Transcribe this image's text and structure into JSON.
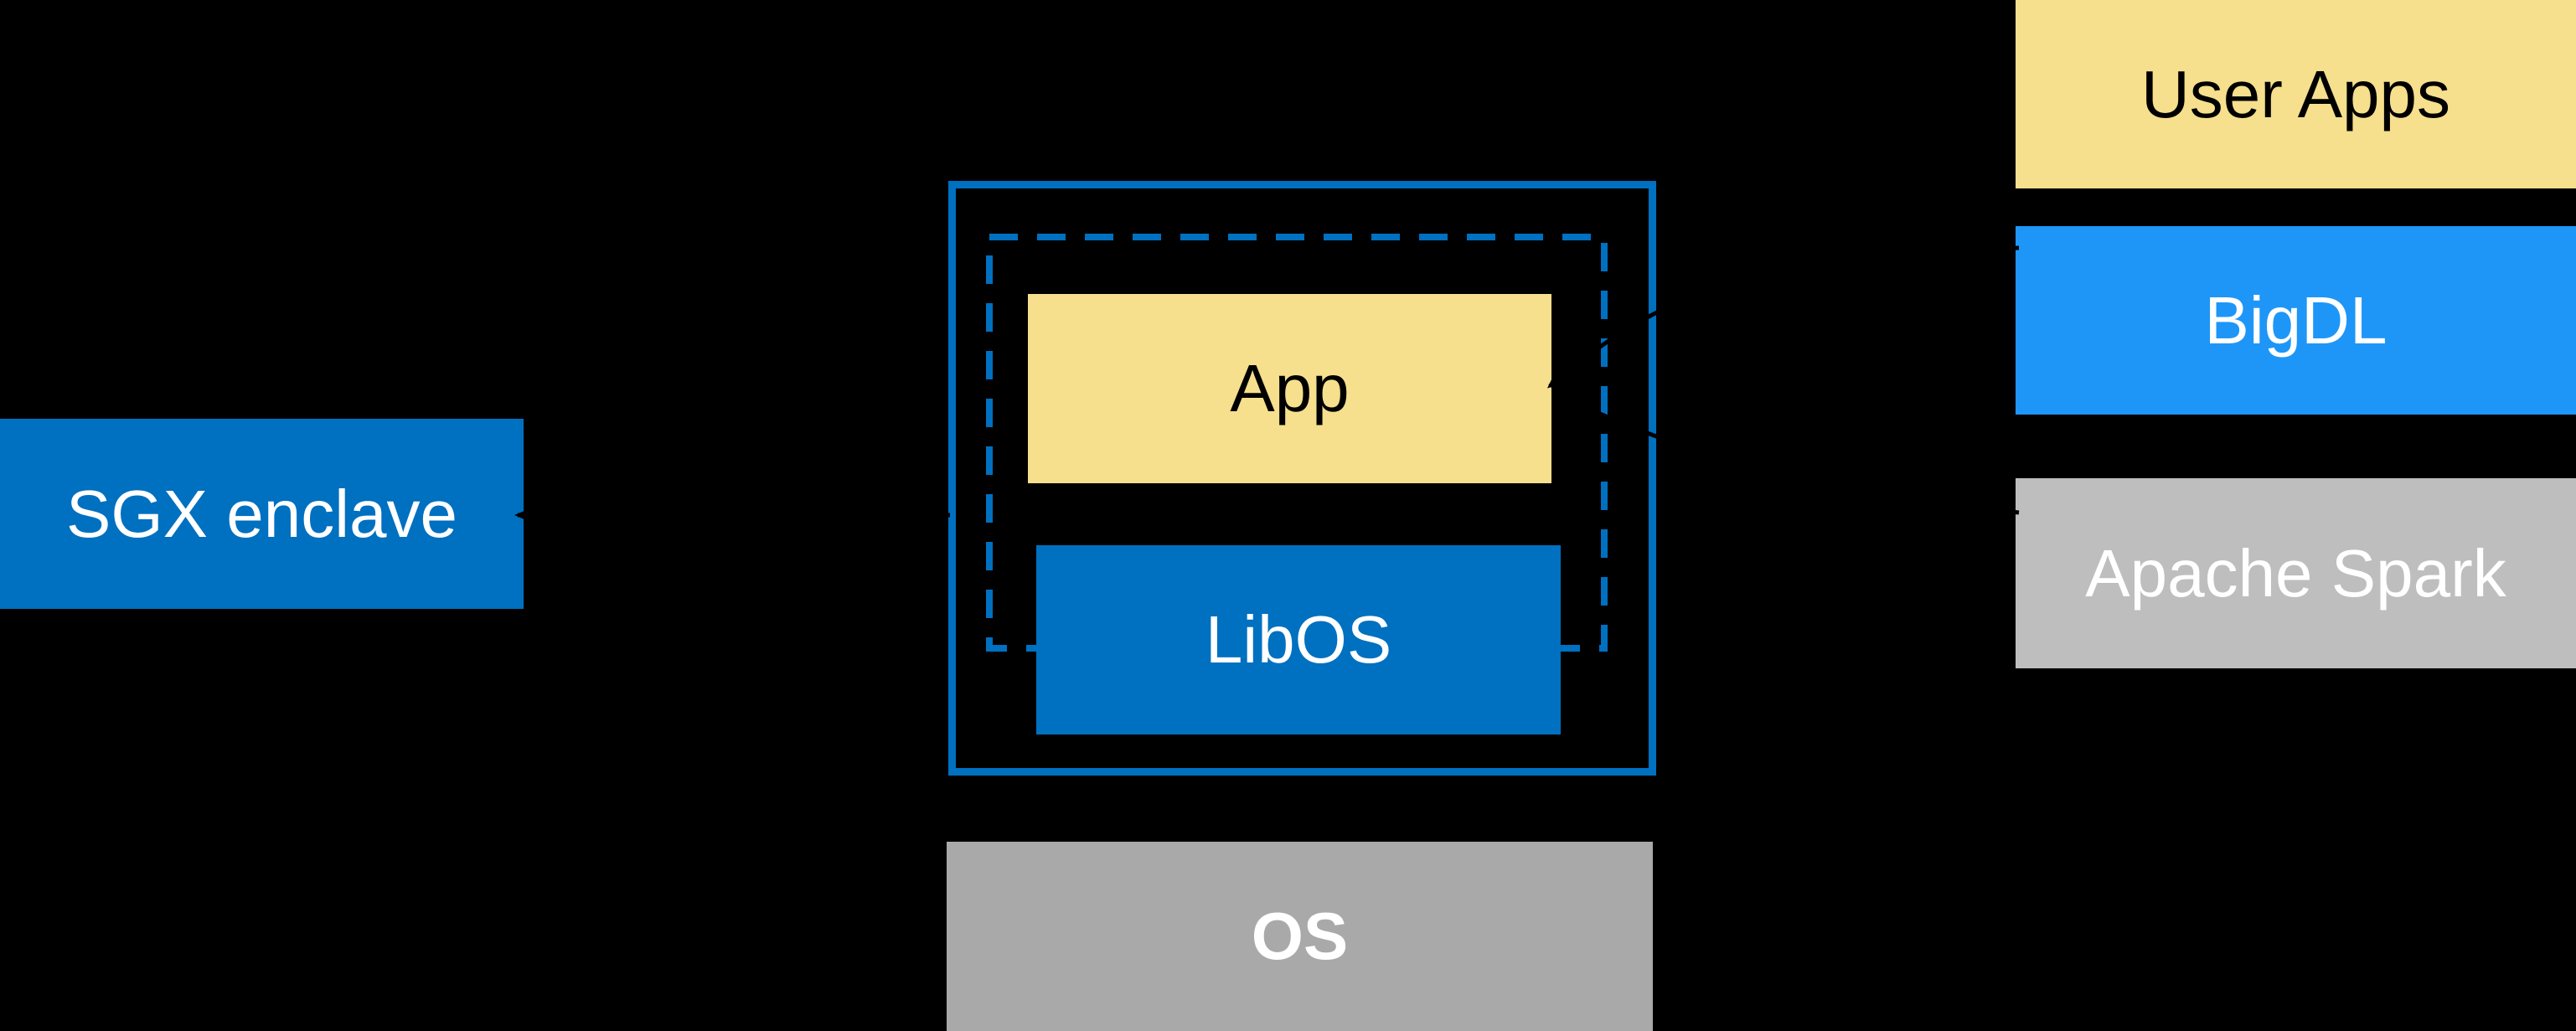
{
  "diagram": {
    "title_none_visible": "",
    "background_color": "#000000",
    "accent_blue": "#0070C0",
    "sgx": {
      "label": "SGX enclave",
      "fill": "#0070C0",
      "text_color": "#ffffff"
    },
    "enclave": {
      "solid_border_color": "#0070C0",
      "dashed_border_color": "#0070C0"
    },
    "app": {
      "label": "App",
      "fill": "#F6DF8D",
      "text_color": "#000000"
    },
    "libos": {
      "label": "LibOS",
      "fill": "#0070C0",
      "text_color": "#ffffff"
    },
    "os": {
      "label": "OS",
      "fill": "#A9A9A9",
      "text_color": "#ffffff"
    },
    "stack": [
      {
        "label": "User Apps",
        "fill": "#F6DF8D",
        "text_color": "#000000"
      },
      {
        "label": "BigDL",
        "fill": "#1E96F8",
        "text_color": "#ffffff"
      },
      {
        "label": "Apache Spark",
        "fill": "#BEBEBE",
        "text_color": "#ffffff"
      }
    ],
    "arrows": {
      "color": "#000000",
      "connections": [
        {
          "from": "BigDL",
          "to": "App"
        },
        {
          "from": "Apache Spark",
          "to": "App"
        },
        {
          "from": "enclave-container",
          "to": "SGX enclave"
        }
      ]
    }
  }
}
